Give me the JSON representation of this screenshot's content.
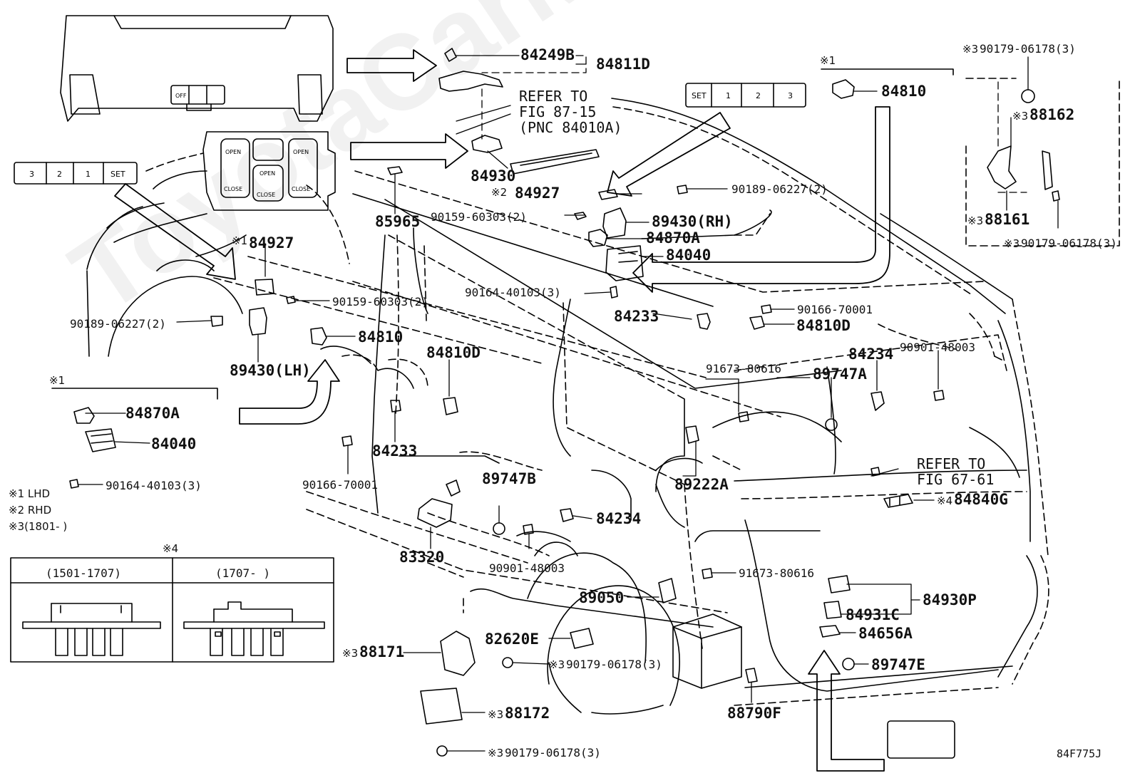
{
  "watermark": "ToyotaCarMine.ru",
  "diagram_code": "84F775J",
  "notes": {
    "lhd": "※1 LHD",
    "rhd": "※2 RHD",
    "date": "※3(1801-      )"
  },
  "marks": {
    "m1": "※1",
    "m2": "※2",
    "m3": "※3",
    "m4": "※4"
  },
  "inset4": {
    "left_range": "(1501-1707)",
    "right_range": "(1707-      )"
  },
  "switch_labels": {
    "open": "OPEN",
    "close": "CLOSE",
    "set": "SET",
    "off": "OFF",
    "s3": "3",
    "s2": "2",
    "s1": "1"
  },
  "refs": {
    "r1_line1": "REFER TO",
    "r1_line2": "FIG 87-15",
    "r1_line3": "(PNC 84010A)",
    "r2_line1": "REFER TO",
    "r2_line2": "FIG 67-61"
  },
  "parts": {
    "p84249B": "84249B",
    "p84811D": "84811D",
    "p84930": "84930",
    "p84810_top": "84810",
    "p90179_tr1": "90179-06178(3)",
    "p88162": "88162",
    "p88161": "88161",
    "p90179_tr2": "90179-06178(3)",
    "p84927_rh": "84927",
    "p90189_rh": "90189-06227(2)",
    "p90159_rh": "90159-60303(2)",
    "p89430rh": "89430(RH)",
    "p84870A_rh": "84870A",
    "p84040_rh": "84040",
    "p85965": "85965",
    "p84927_lh": "84927",
    "p90159_lh": "90159-60303(2)",
    "p90189_lh": "90189-06227(2)",
    "p89430lh": "89430(LH)",
    "p84810_mid": "84810",
    "p90164_rh": "90164-40103(3)",
    "p84233_rh": "84233",
    "p90166_rh": "90166-70001",
    "p84810D_rh": "84810D",
    "p84810D_lh": "84810D",
    "p84234_rh": "84234",
    "p90901_rh": "90901-48003",
    "p91673_up": "91673-80616",
    "p89747A": "89747A",
    "p84870A_lhd": "84870A",
    "p84040_lhd": "84040",
    "p90164_lhd": "90164-40103(3)",
    "p84233_lh": "84233",
    "p90166_lh": "90166-70001",
    "p89747B": "89747B",
    "p84234_lh": "84234",
    "p89222A": "89222A",
    "p84840G": "84840G",
    "p83320": "83320",
    "p90901_lh": "90901-48003",
    "p91673_lo": "91673-80616",
    "p89050": "89050",
    "p84930P": "84930P",
    "p84931C": "84931C",
    "p82620E": "82620E",
    "p84656A": "84656A",
    "p88171": "88171",
    "p90179_bl1": "90179-06178(3)",
    "p89747E": "89747E",
    "p88172": "88172",
    "p88790F": "88790F",
    "p90179_bl2": "90179-06178(3)"
  }
}
